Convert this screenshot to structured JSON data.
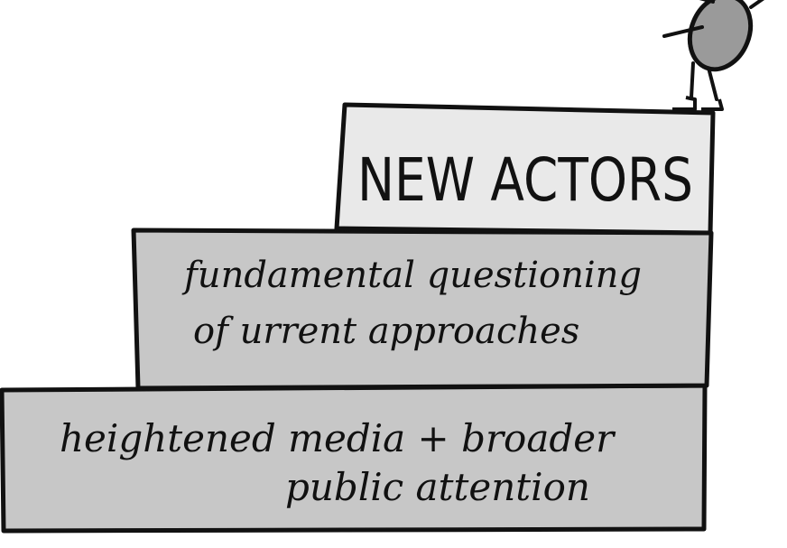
{
  "diagram": {
    "steps": [
      {
        "level": "top",
        "text": "NEW ACTORS",
        "fill": "#e9e9e9"
      },
      {
        "level": "middle",
        "line1": "fundamental questioning",
        "line2": "of urrent approaches",
        "fill": "#c7c7c7"
      },
      {
        "level": "bottom",
        "line1": "heightened media  + broader",
        "line2": "public attention",
        "fill": "#c7c7c7"
      }
    ],
    "figure": {
      "icon": "stick-figure-icon",
      "fill": "#9a9a9a"
    },
    "outline_color": "#111111"
  }
}
